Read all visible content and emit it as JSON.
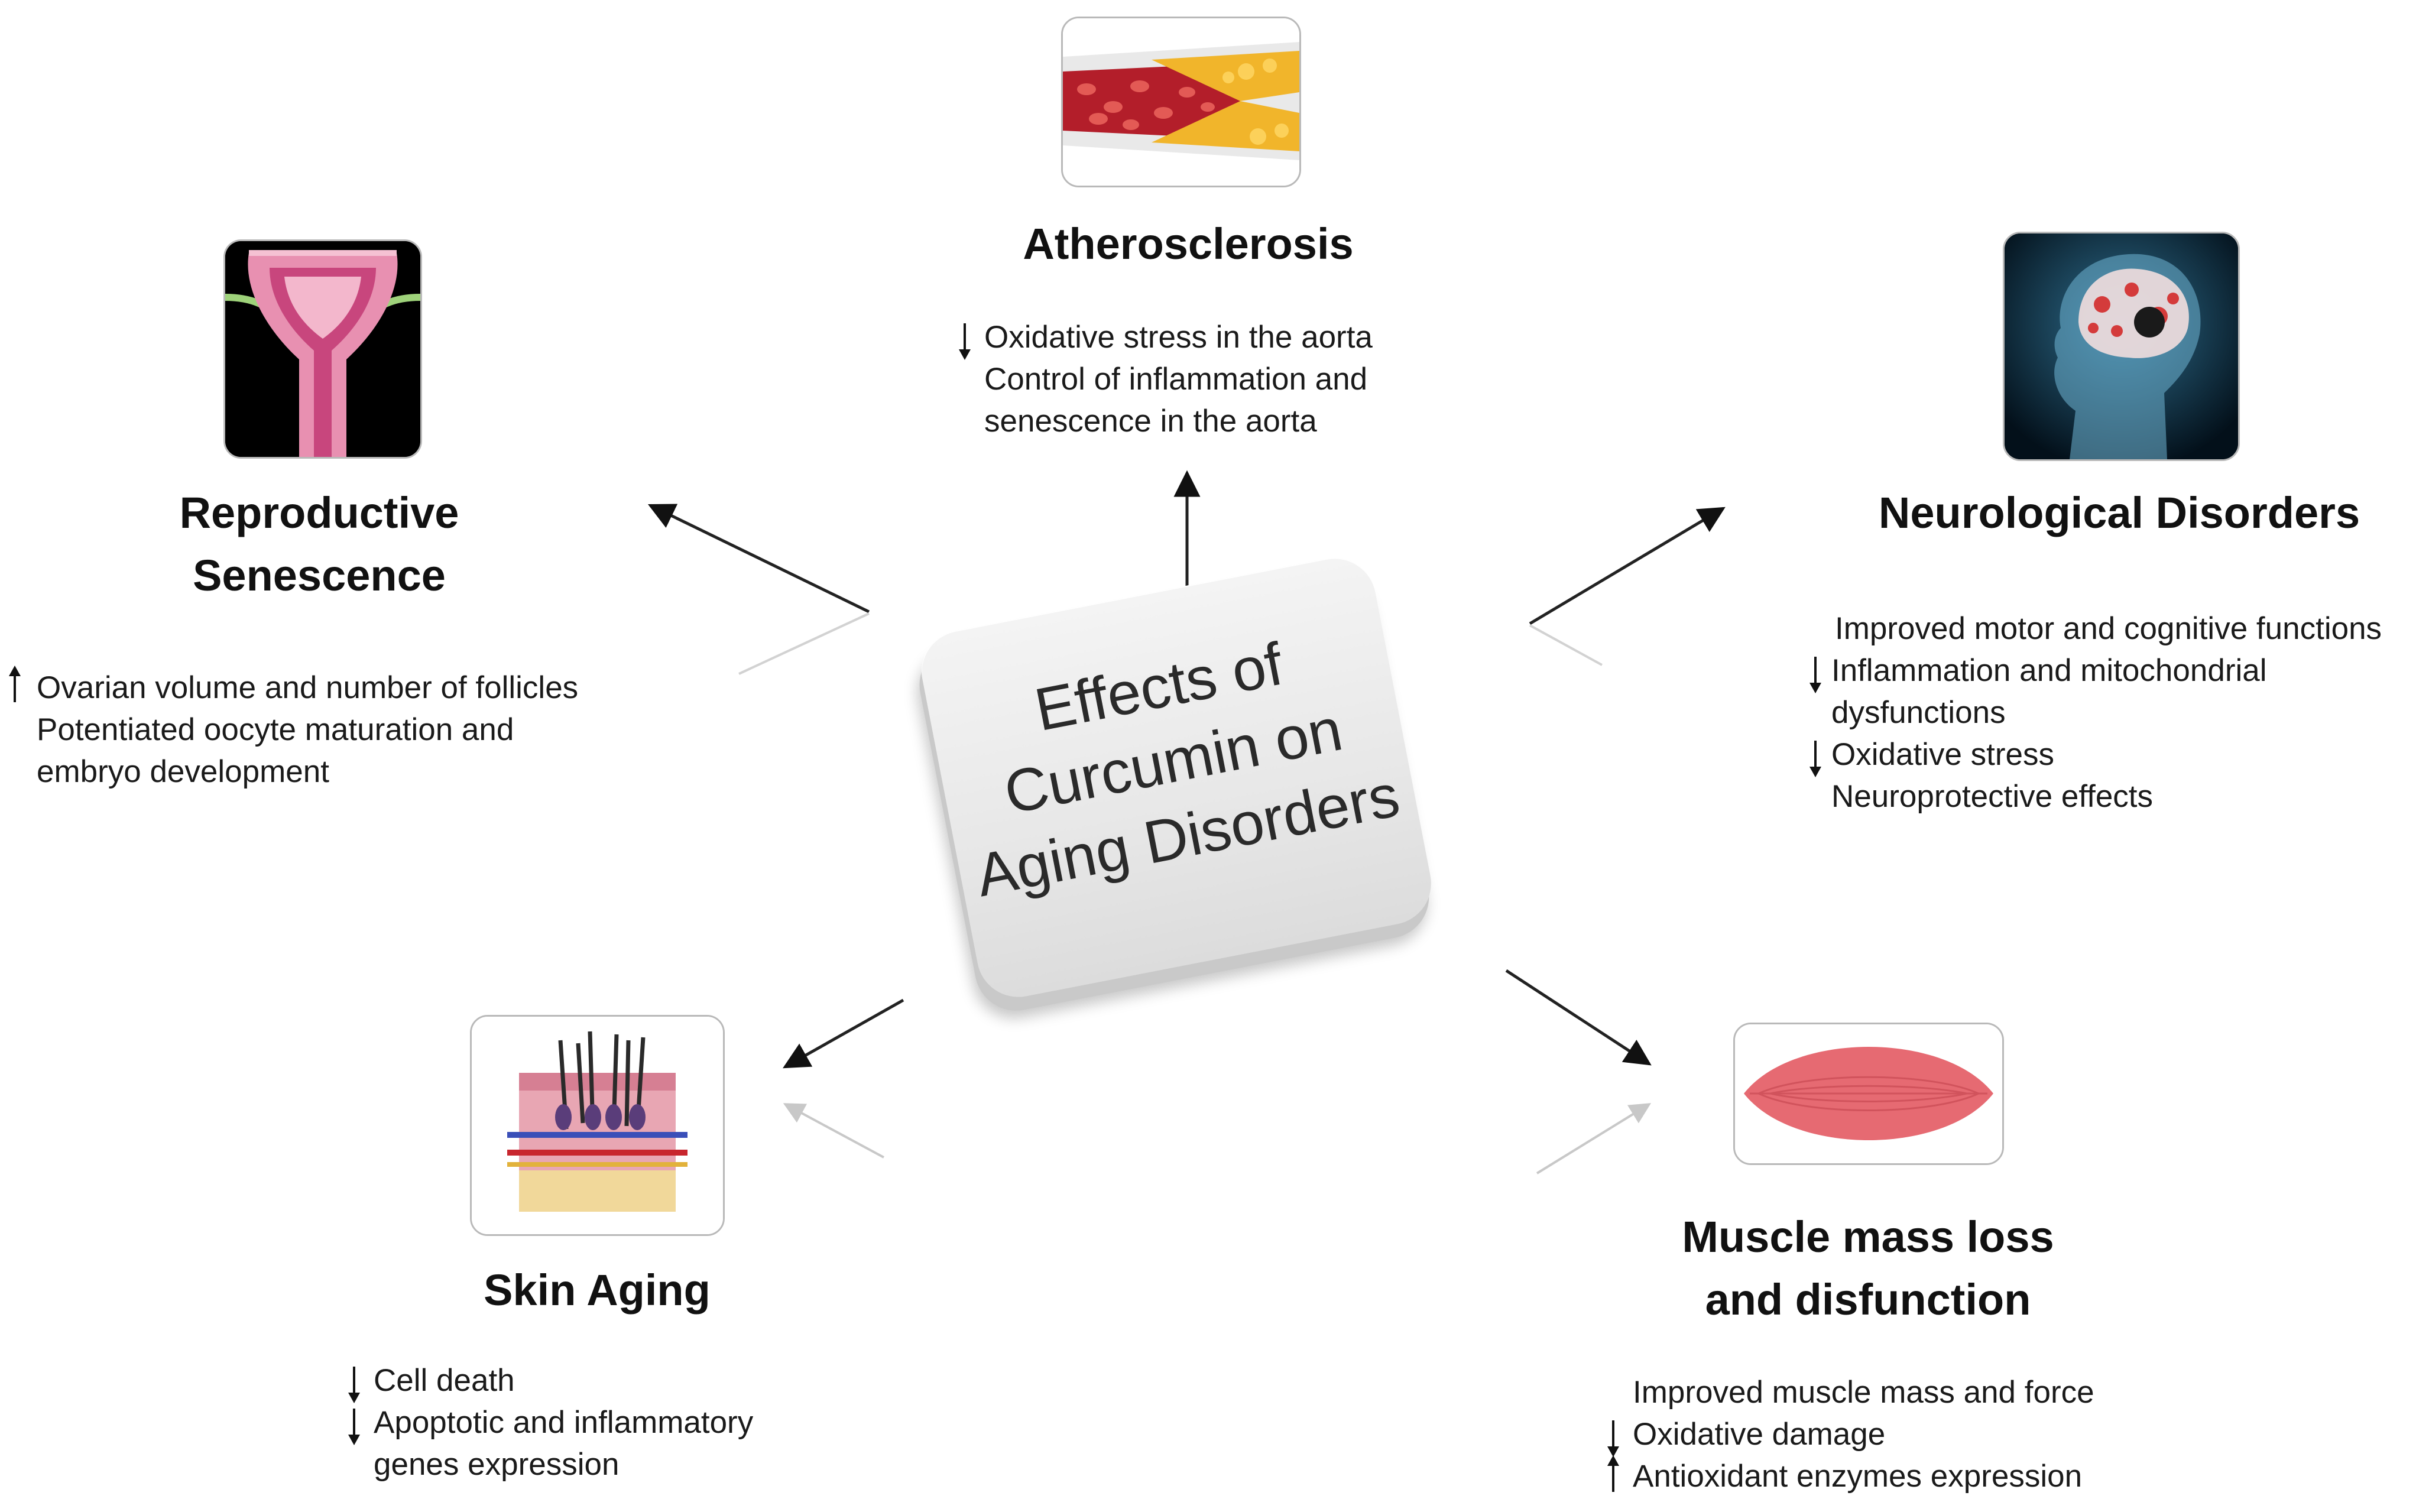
{
  "center": {
    "lines": [
      "Effects of",
      "Curcumin on",
      "Aging Disorders"
    ]
  },
  "sections": {
    "atherosclerosis": {
      "title": "Atherosclerosis",
      "image_icon": "artery-plaque-icon",
      "items": [
        "Oxidative stress in the aorta",
        "Control of inflammation and",
        "senescence in the aorta"
      ],
      "markers": [
        "down",
        null,
        null
      ]
    },
    "reproductive": {
      "title_lines": [
        "Reproductive",
        "Senescence"
      ],
      "image_icon": "uterus-icon",
      "items": [
        "Ovarian volume and number of follicles",
        "Potentiated oocyte maturation and",
        "embryo development"
      ],
      "markers": [
        "up",
        null,
        null
      ]
    },
    "neurological": {
      "title": "Neurological Disorders",
      "image_icon": "brain-head-icon",
      "items": [
        "Improved motor and cognitive functions",
        "Inflammation and mitochondrial",
        "dysfunctions",
        "Oxidative stress",
        "Neuroprotective effects"
      ],
      "markers": [
        null,
        "down",
        null,
        "down",
        null
      ]
    },
    "skin": {
      "title": "Skin Aging",
      "image_icon": "skin-cross-section-icon",
      "items": [
        "Cell death",
        "Apoptotic and inflammatory",
        "genes expression"
      ],
      "markers": [
        "down",
        "down",
        null
      ]
    },
    "muscle": {
      "title_lines": [
        "Muscle mass loss",
        "and disfunction"
      ],
      "image_icon": "muscle-icon",
      "items": [
        "Improved muscle mass and force",
        "Oxidative damage",
        "Antioxidant enzymes expression"
      ],
      "markers": [
        null,
        "down",
        "up"
      ]
    }
  }
}
